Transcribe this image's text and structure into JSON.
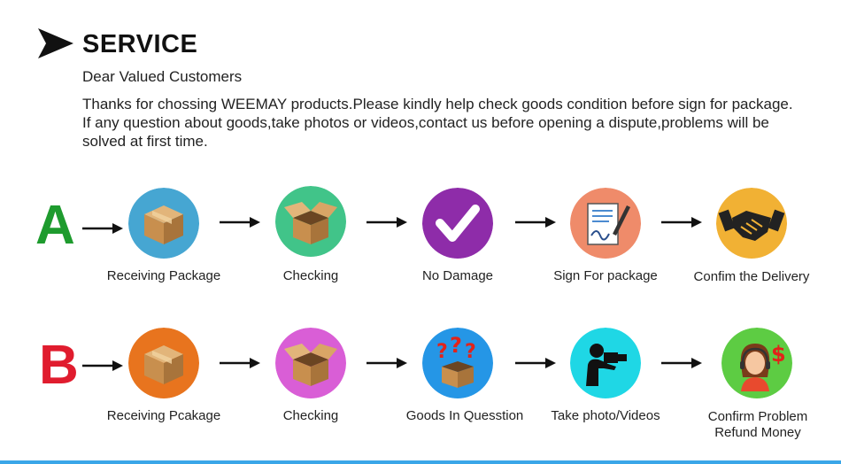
{
  "header": {
    "title": "SERVICE",
    "greeting": "Dear Valued Customers",
    "body_line1": "Thanks for chossing WEEMAY products.Please kindly help check goods condition before sign for package.",
    "body_line2": "If any question about goods,take photos or videos,contact us before opening a dispute,problems will be",
    "body_line3": "solved at first time."
  },
  "flow_a": {
    "letter": "A",
    "steps": [
      {
        "label": "Receiving Package",
        "icon": "package-icon",
        "color": "#46a6d2"
      },
      {
        "label": "Checking",
        "icon": "open-box-icon",
        "color": "#41c489"
      },
      {
        "label": "No Damage",
        "icon": "checkmark-icon",
        "color": "#8e2ca9"
      },
      {
        "label": "Sign For package",
        "icon": "sign-document-icon",
        "color": "#ef8b6a"
      },
      {
        "label": "Confim the Delivery",
        "icon": "handshake-icon",
        "color": "#f1b134"
      }
    ]
  },
  "flow_b": {
    "letter": "B",
    "steps": [
      {
        "label": "Receiving Pcakage",
        "icon": "package-icon",
        "color": "#e8741e"
      },
      {
        "label": "Checking",
        "icon": "open-box-icon",
        "color": "#d95ed6"
      },
      {
        "label": "Goods In Quesstion",
        "icon": "box-question-icon",
        "color": "#2596e6"
      },
      {
        "label": "Take photo/Videos",
        "icon": "photographer-icon",
        "color": "#1fd7e5"
      },
      {
        "label_line1": "Confirm Problem",
        "label_line2": "Refund Money",
        "icon": "support-agent-icon",
        "color": "#5dcc43"
      }
    ]
  }
}
